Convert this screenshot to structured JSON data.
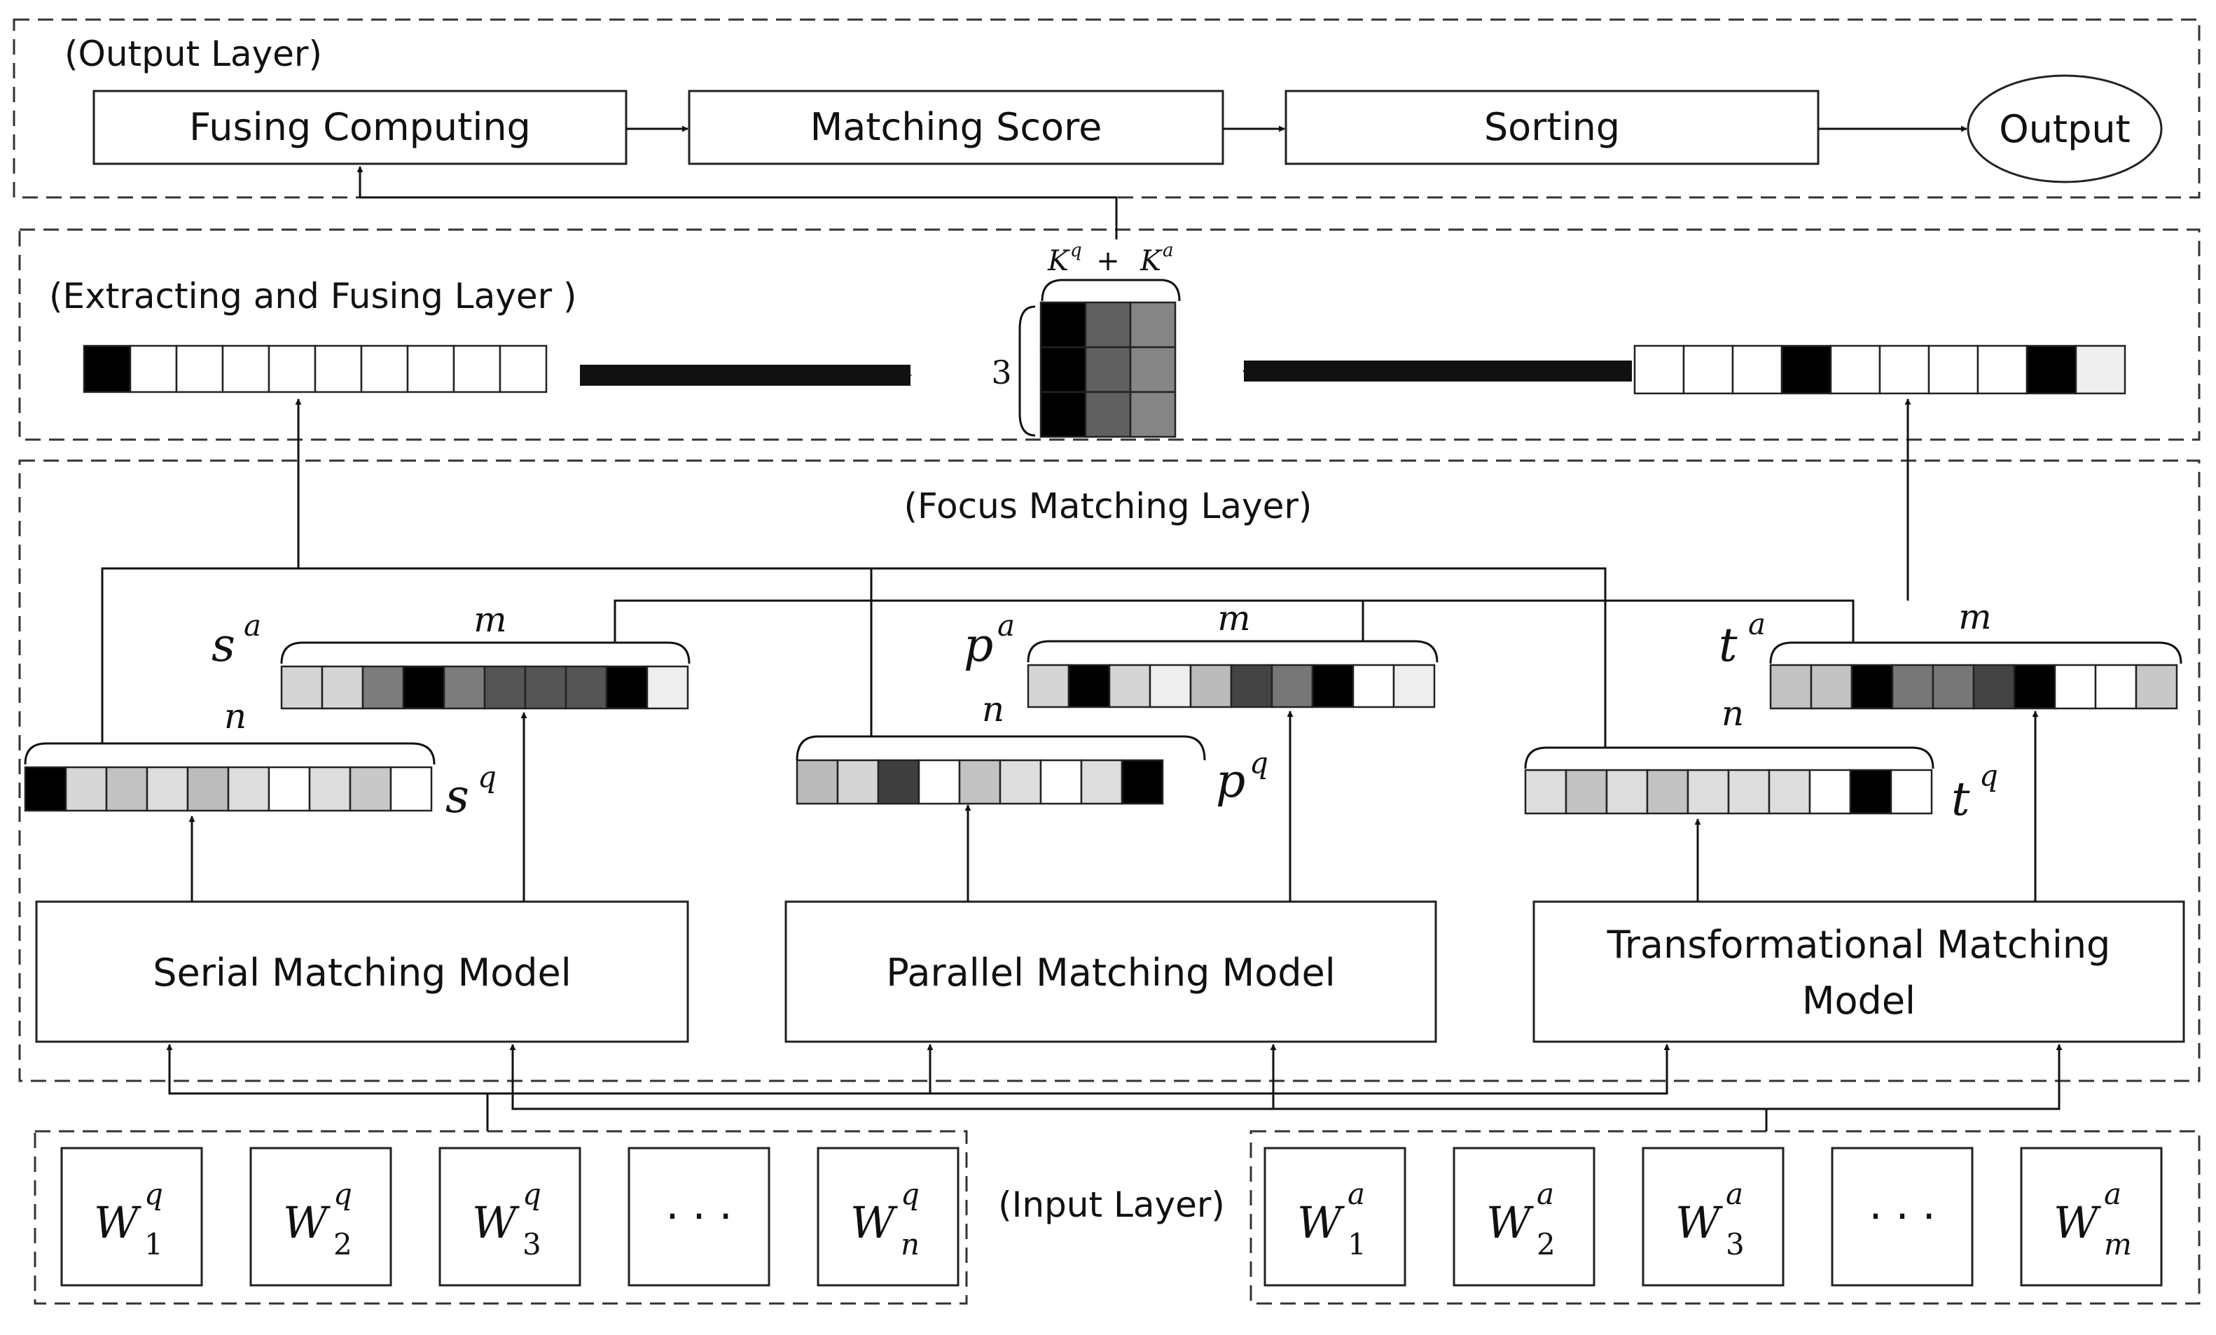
{
  "layers": {
    "output": "(Output Layer)",
    "extract": "(Extracting and Fusing Layer )",
    "focus": "(Focus Matching Layer)",
    "input": "(Input Layer)"
  },
  "output_layer": {
    "fusing": "Fusing Computing",
    "matching": "Matching Score",
    "sorting": "Sorting",
    "output": "Output"
  },
  "fusion": {
    "size_rows": "3",
    "size_cols_a": "K",
    "size_cols_a_sup": "q",
    "size_plus": "+",
    "size_cols_b": "K",
    "size_cols_b_sup": "a",
    "left_vector": [
      "#000000",
      "#ffffff",
      "#ffffff",
      "#ffffff",
      "#ffffff",
      "#ffffff",
      "#ffffff",
      "#ffffff",
      "#ffffff",
      "#ffffff"
    ],
    "right_vector": [
      "#ffffff",
      "#ffffff",
      "#ffffff",
      "#000000",
      "#ffffff",
      "#ffffff",
      "#ffffff",
      "#ffffff",
      "#000000",
      "#eeeeee"
    ],
    "matrix": [
      [
        "#000000",
        "#606060",
        "#858585"
      ],
      [
        "#000000",
        "#606060",
        "#858585"
      ],
      [
        "#000000",
        "#606060",
        "#858585"
      ]
    ]
  },
  "models": [
    {
      "label": "Serial Matching Model",
      "q_base": "s",
      "q_sup": "q",
      "a_base": "s",
      "a_sup": "a",
      "n": "n",
      "m": "m",
      "q_cells": [
        "#000000",
        "#d7d7d7",
        "#c2c2c2",
        "#dddddd",
        "#bcbcbc",
        "#dddddd",
        "#ffffff",
        "#dddddd",
        "#c8c8c8",
        "#ffffff"
      ],
      "a_cells": [
        "#d5d5d5",
        "#d5d5d5",
        "#7c7c7c",
        "#000000",
        "#7c7c7c",
        "#555555",
        "#555555",
        "#555555",
        "#000000",
        "#eeeeee"
      ]
    },
    {
      "label": "Parallel Matching Model",
      "q_base": "p",
      "q_sup": "q",
      "a_base": "p",
      "a_sup": "a",
      "n": "n",
      "m": "m",
      "q_cells": [
        "#bbbbbb",
        "#d5d5d5",
        "#3f3f3f",
        "#ffffff",
        "#c2c2c2",
        "#dddddd",
        "#ffffff",
        "#dddddd",
        "#000000"
      ],
      "a_cells": [
        "#d5d5d5",
        "#000000",
        "#d5d5d5",
        "#eeeeee",
        "#bbbbbb",
        "#444444",
        "#777777",
        "#000000",
        "#ffffff",
        "#eeeeee"
      ]
    },
    {
      "label_line1": "Transformational Matching",
      "label_line2": "Model",
      "q_base": "t",
      "q_sup": "q",
      "a_base": "t",
      "a_sup": "a",
      "n": "n",
      "m": "m",
      "q_cells": [
        "#dddddd",
        "#c2c2c2",
        "#dddddd",
        "#c2c2c2",
        "#dddddd",
        "#dddddd",
        "#dddddd",
        "#ffffff",
        "#000000",
        "#ffffff"
      ],
      "a_cells": [
        "#c2c2c2",
        "#c2c2c2",
        "#000000",
        "#777777",
        "#777777",
        "#444444",
        "#000000",
        "#ffffff",
        "#ffffff",
        "#c8c8c8"
      ]
    }
  ],
  "input_q": [
    {
      "base": "W",
      "sup": "q",
      "sub": "1"
    },
    {
      "base": "W",
      "sup": "q",
      "sub": "2"
    },
    {
      "base": "W",
      "sup": "q",
      "sub": "3"
    },
    {
      "ellipsis": "· · ·"
    },
    {
      "base": "W",
      "sup": "q",
      "sub": "n"
    }
  ],
  "input_a": [
    {
      "base": "W",
      "sup": "a",
      "sub": "1"
    },
    {
      "base": "W",
      "sup": "a",
      "sub": "2"
    },
    {
      "base": "W",
      "sup": "a",
      "sub": "3"
    },
    {
      "ellipsis": "· · ·"
    },
    {
      "base": "W",
      "sup": "a",
      "sub": "m"
    }
  ]
}
